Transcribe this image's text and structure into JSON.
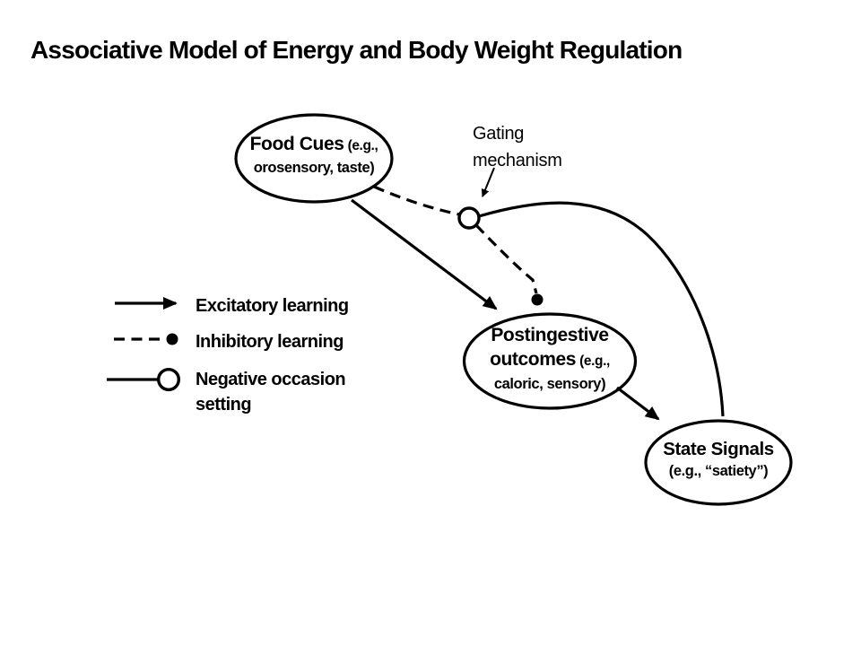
{
  "title": "Associative Model of Energy and Body Weight Regulation",
  "nodes": {
    "food_cues": {
      "main": "Food Cues",
      "suffix": "(e.g.,",
      "line2": "orosensory, taste)"
    },
    "postingestive": {
      "line1": "Postingestive",
      "main2": "outcomes",
      "suffix": "(e.g.,",
      "line3": "caloric, sensory)"
    },
    "state_signals": {
      "main": "State Signals",
      "line2": "(e.g., “satiety”)"
    }
  },
  "annotations": {
    "gating": "Gating mechanism"
  },
  "legend": {
    "items": [
      {
        "marker": "solid-arrow-icon",
        "label": "Excitatory learning"
      },
      {
        "marker": "dashed-line-filled-dot-icon",
        "label": "Inhibitory learning"
      },
      {
        "marker": "solid-line-open-circle-icon",
        "label": "Negative occasion setting"
      }
    ]
  },
  "colors": {
    "ink": "#000000",
    "background": "#ffffff"
  }
}
